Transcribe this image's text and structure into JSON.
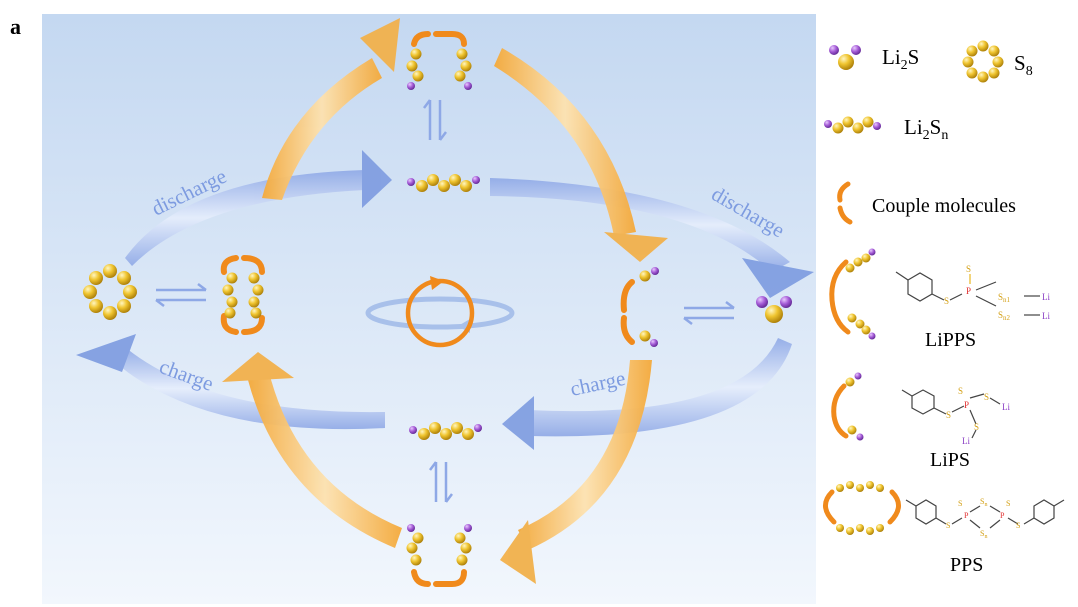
{
  "panel_letter": "a",
  "flow": {
    "discharge_left": "discharge",
    "discharge_right": "discharge",
    "charge_left": "charge",
    "charge_right": "charge"
  },
  "legend": {
    "li2s": {
      "base": "Li",
      "sub": "2",
      "tail": "S"
    },
    "s8": {
      "base": "S",
      "sub": "8"
    },
    "li2sn": {
      "base": "Li",
      "sub": "2",
      "mid": "S",
      "sub2": "n"
    },
    "couple": "Couple molecules",
    "lipps": {
      "name": "LiPPS",
      "atoms": {
        "s": "S",
        "p": "P",
        "sn1": "S",
        "sn1_sub": "n1",
        "sn2": "S",
        "sn2_sub": "n2",
        "li": "Li"
      }
    },
    "lips": {
      "name": "LiPS",
      "atoms": {
        "s": "S",
        "p": "P",
        "li": "Li"
      }
    },
    "pps": {
      "name": "PPS",
      "atoms": {
        "s": "S",
        "p": "P",
        "sn": "S",
        "sn_sub": "n"
      }
    }
  },
  "colors": {
    "sulfur": "#e8b820",
    "lithium": "#9b4fc9",
    "couple": "#f08a1c",
    "arrow_blue": "#7d9be0",
    "arrow_orange": "#f2b14c",
    "bg_top": "#c4d8f1",
    "bg_bottom": "#f2f7fd",
    "phosphorus": "#e03030",
    "structure_li": "#8a3ec5"
  },
  "icons": [
    "cycle-icon",
    "equilibrium-icon"
  ]
}
